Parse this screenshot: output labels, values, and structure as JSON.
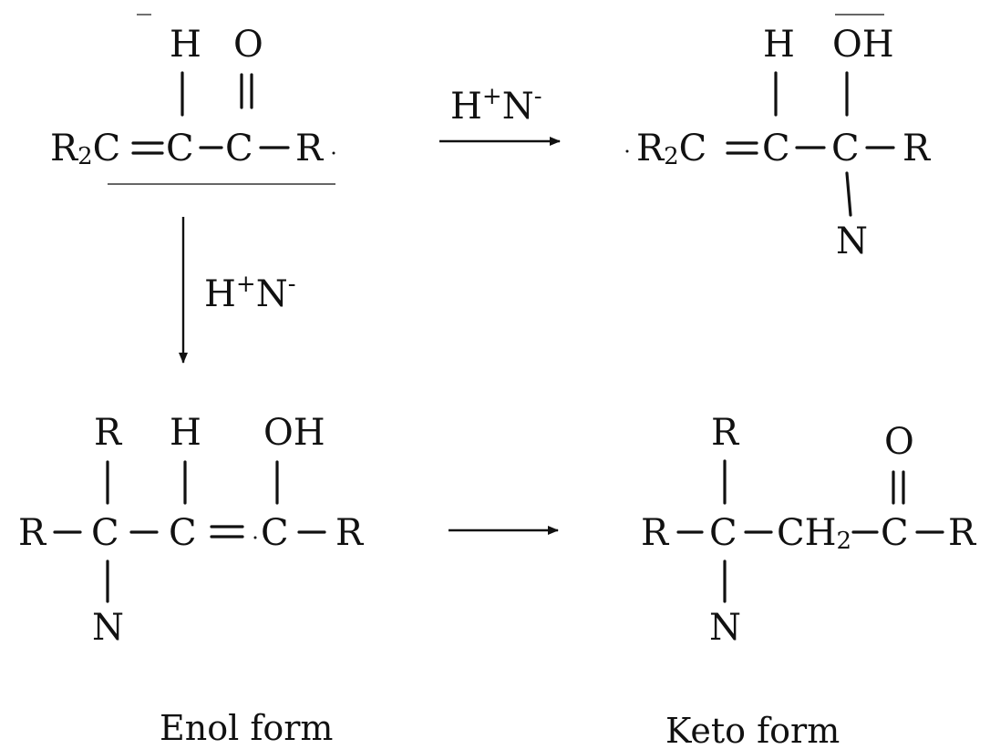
{
  "colors": {
    "ink": "#111111",
    "background": "#ffffff"
  },
  "reagent": {
    "h": "H",
    "plus": "+",
    "n": "N",
    "minus": "-"
  },
  "captions": {
    "enol": "Enol form",
    "keto": "Keto form"
  },
  "labels": {
    "c": "C",
    "h": "H",
    "o": "O",
    "oh": "OH",
    "r": "R",
    "n": "N",
    "r2": "R",
    "sub2": "2",
    "ch": "CH"
  }
}
